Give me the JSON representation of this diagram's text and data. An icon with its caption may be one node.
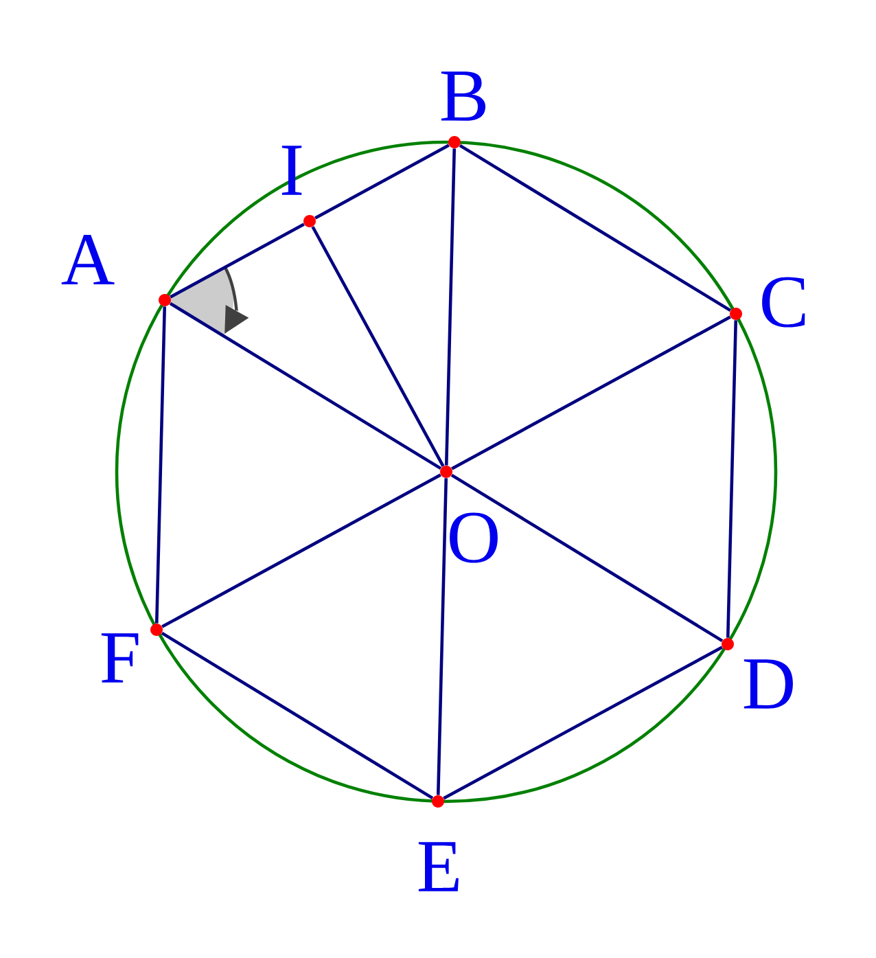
{
  "diagram": {
    "nodes": [
      {
        "text": [],
        "shape": "circle",
        "beside": [
          "A"
        ]
      },
      {
        "text": [],
        "shape": "circle",
        "beside": [
          "B"
        ]
      },
      {
        "text": [],
        "shape": "circle",
        "beside": [
          "C"
        ]
      },
      {
        "text": [],
        "shape": "circle",
        "beside": [
          "D"
        ]
      },
      {
        "text": [],
        "shape": "circle",
        "beside": [
          "E"
        ]
      },
      {
        "text": [],
        "shape": "circle",
        "beside": [
          "F"
        ]
      },
      {
        "text": [],
        "shape": "circle",
        "beside": [
          "O"
        ]
      },
      {
        "text": [],
        "shape": "circle",
        "beside": [
          "I"
        ]
      }
    ],
    "edges": [
      {
        "from": 0,
        "to": 7,
        "arrow": "none"
      },
      {
        "from": 7,
        "to": 1,
        "arrow": "none"
      },
      {
        "from": 1,
        "to": 2,
        "arrow": "none"
      },
      {
        "from": 2,
        "to": 3,
        "arrow": "none"
      },
      {
        "from": 3,
        "to": 4,
        "arrow": "none"
      },
      {
        "from": 4,
        "to": 5,
        "arrow": "none"
      },
      {
        "from": 5,
        "to": 0,
        "arrow": "none"
      },
      {
        "from": 6,
        "to": 0,
        "arrow": "none"
      },
      {
        "from": 6,
        "to": 1,
        "arrow": "none"
      },
      {
        "from": 6,
        "to": 2,
        "arrow": "none"
      },
      {
        "from": 6,
        "to": 3,
        "arrow": "none"
      },
      {
        "from": 6,
        "to": 4,
        "arrow": "none"
      },
      {
        "from": 6,
        "to": 5,
        "arrow": "none"
      },
      {
        "from": 6,
        "to": 7,
        "arrow": "none"
      }
    ]
  }
}
